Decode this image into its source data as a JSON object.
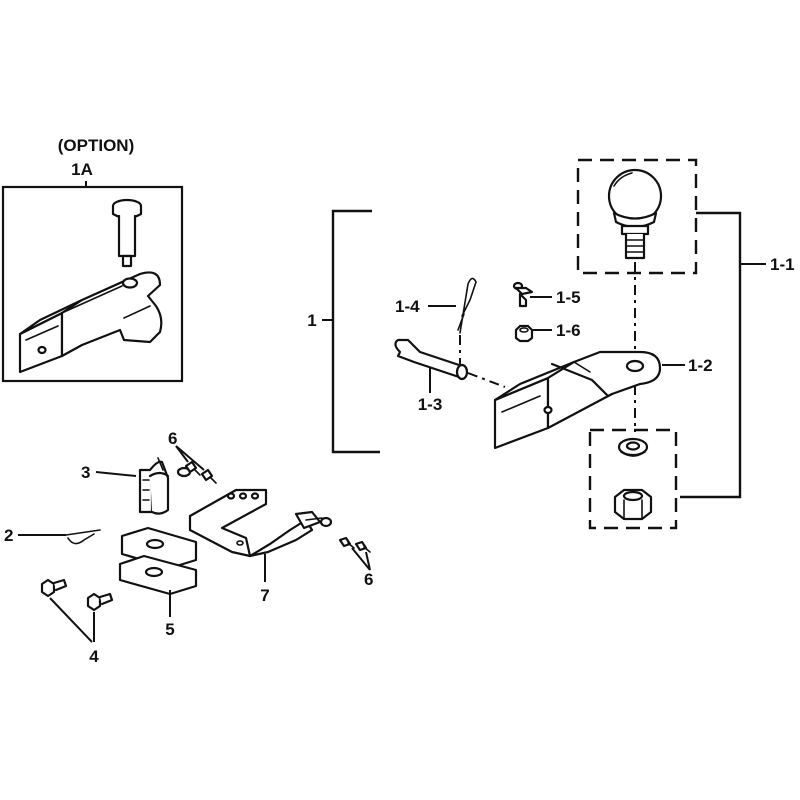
{
  "diagram": {
    "option_header": "(OPTION)",
    "labels": {
      "opt_1a": "1A",
      "p1": "1",
      "p1_1": "1-1",
      "p1_2": "1-2",
      "p1_3": "1-3",
      "p1_4": "1-4",
      "p1_5": "1-5",
      "p1_6": "1-6",
      "p2": "2",
      "p3": "3",
      "p4": "4",
      "p5": "5",
      "p6_top": "6",
      "p6_right": "6",
      "p7": "7"
    }
  }
}
